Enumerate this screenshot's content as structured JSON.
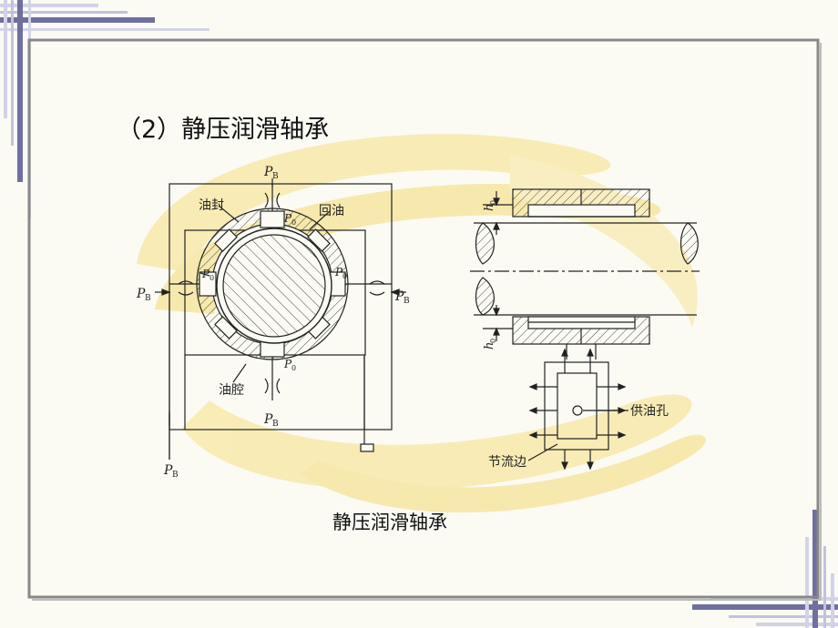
{
  "slide": {
    "title": "（2）静压润滑轴承",
    "caption": "静压润滑轴承"
  },
  "diagram": {
    "labels": {
      "oil_seal": "油封",
      "oil_return": "回油",
      "oil_chamber": "油腔",
      "oil_supply_hole": "供油孔",
      "throttle_edge": "节流边",
      "p": "P",
      "p0": "0",
      "pb": "B",
      "h": "h",
      "h0": "0"
    }
  },
  "colors": {
    "background": "#fbfbf4",
    "frame_line": "#777777",
    "stripe_light": "#c8c8e0",
    "stripe_dark": "#6c6c9c",
    "watermark": "#f6e6a2",
    "ink": "#222222"
  }
}
